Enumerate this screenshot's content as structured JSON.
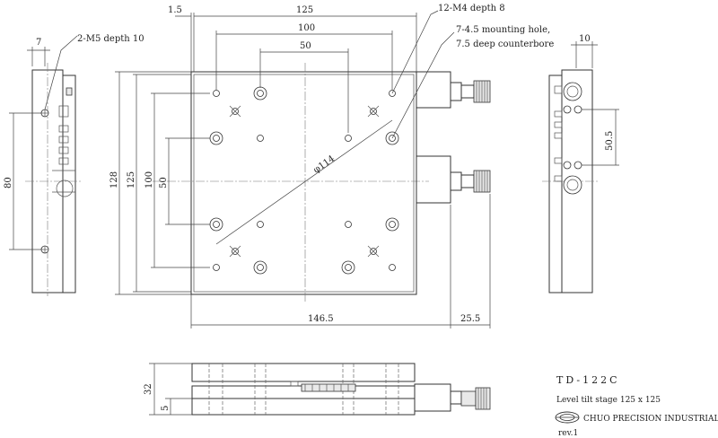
{
  "dimensions": {
    "d_1_5": "1.5",
    "d_125_top": "125",
    "d_100_top": "100",
    "d_50_top": "50",
    "d_7": "7",
    "d_80": "80",
    "d_128": "128",
    "d_125_left": "125",
    "d_100_left": "100",
    "d_50_left": "50",
    "d_dia114": "φ114",
    "d_146_5": "146.5",
    "d_25_5": "25.5",
    "d_10": "10",
    "d_50_5": "50.5",
    "d_32": "32",
    "d_5": "5"
  },
  "notes": {
    "m5": "2-M5 depth 10",
    "m4": "12-M4 depth 8",
    "mount1": "7-4.5 mounting hole,",
    "mount2": "7.5 deep counterbore"
  },
  "title_block": {
    "model": "TD-122C",
    "description": "Level tilt stage 125 x 125",
    "company": "CHUO PRECISION INDUSTRIAL CO.,LTD.",
    "revision": "rev.1"
  }
}
